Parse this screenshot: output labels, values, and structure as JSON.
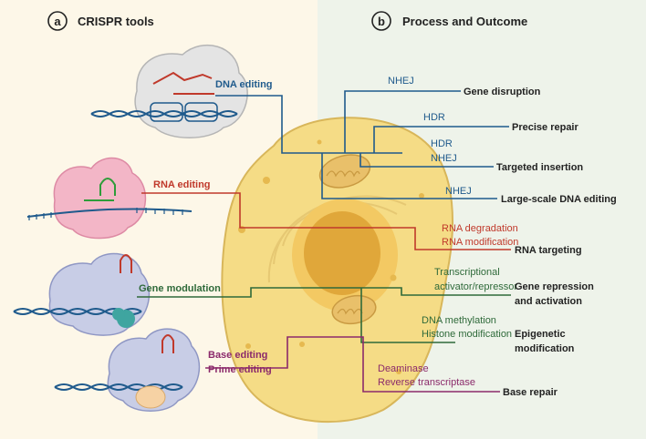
{
  "panel_a": {
    "letter": "a",
    "title": "CRISPR tools"
  },
  "panel_b": {
    "letter": "b",
    "title": "Process and Outcome"
  },
  "colors": {
    "left_bg": "#fdf7e8",
    "right_bg": "#eef3ea",
    "blue": "#1f5a8c",
    "red": "#c0392b",
    "green": "#2f6a3a",
    "purple": "#8b2a6b",
    "cell": "#f5dc86",
    "nucleus": "#e0a73a"
  },
  "tools": {
    "dna_editing": "DNA editing",
    "rna_editing": "RNA editing",
    "gene_modulation": "Gene modulation",
    "base_editing": "Base editing",
    "prime_editing": "Prime editing"
  },
  "processes": {
    "nhej_1": "NHEJ",
    "hdr_1": "HDR",
    "hdr_2": "HDR",
    "nhej_2": "NHEJ",
    "nhej_3": "NHEJ",
    "rna_degradation": "RNA degradation",
    "rna_modification": "RNA modification",
    "transcriptional_1": "Transcriptional",
    "transcriptional_2": "activator/repressor",
    "dna_methylation": "DNA methylation",
    "histone_modification": "Histone modification",
    "deaminase": "Deaminase",
    "reverse_transcriptase": "Reverse transcriptase"
  },
  "outcomes": {
    "gene_disruption": "Gene disruption",
    "precise_repair": "Precise repair",
    "targeted_insertion": "Targeted insertion",
    "large_scale": "Large-scale DNA editing",
    "rna_targeting": "RNA targeting",
    "gene_repression_1": "Gene repression",
    "gene_repression_2": "and activation",
    "epigenetic_1": "Epigenetic",
    "epigenetic_2": "modification",
    "base_repair": "Base repair"
  }
}
